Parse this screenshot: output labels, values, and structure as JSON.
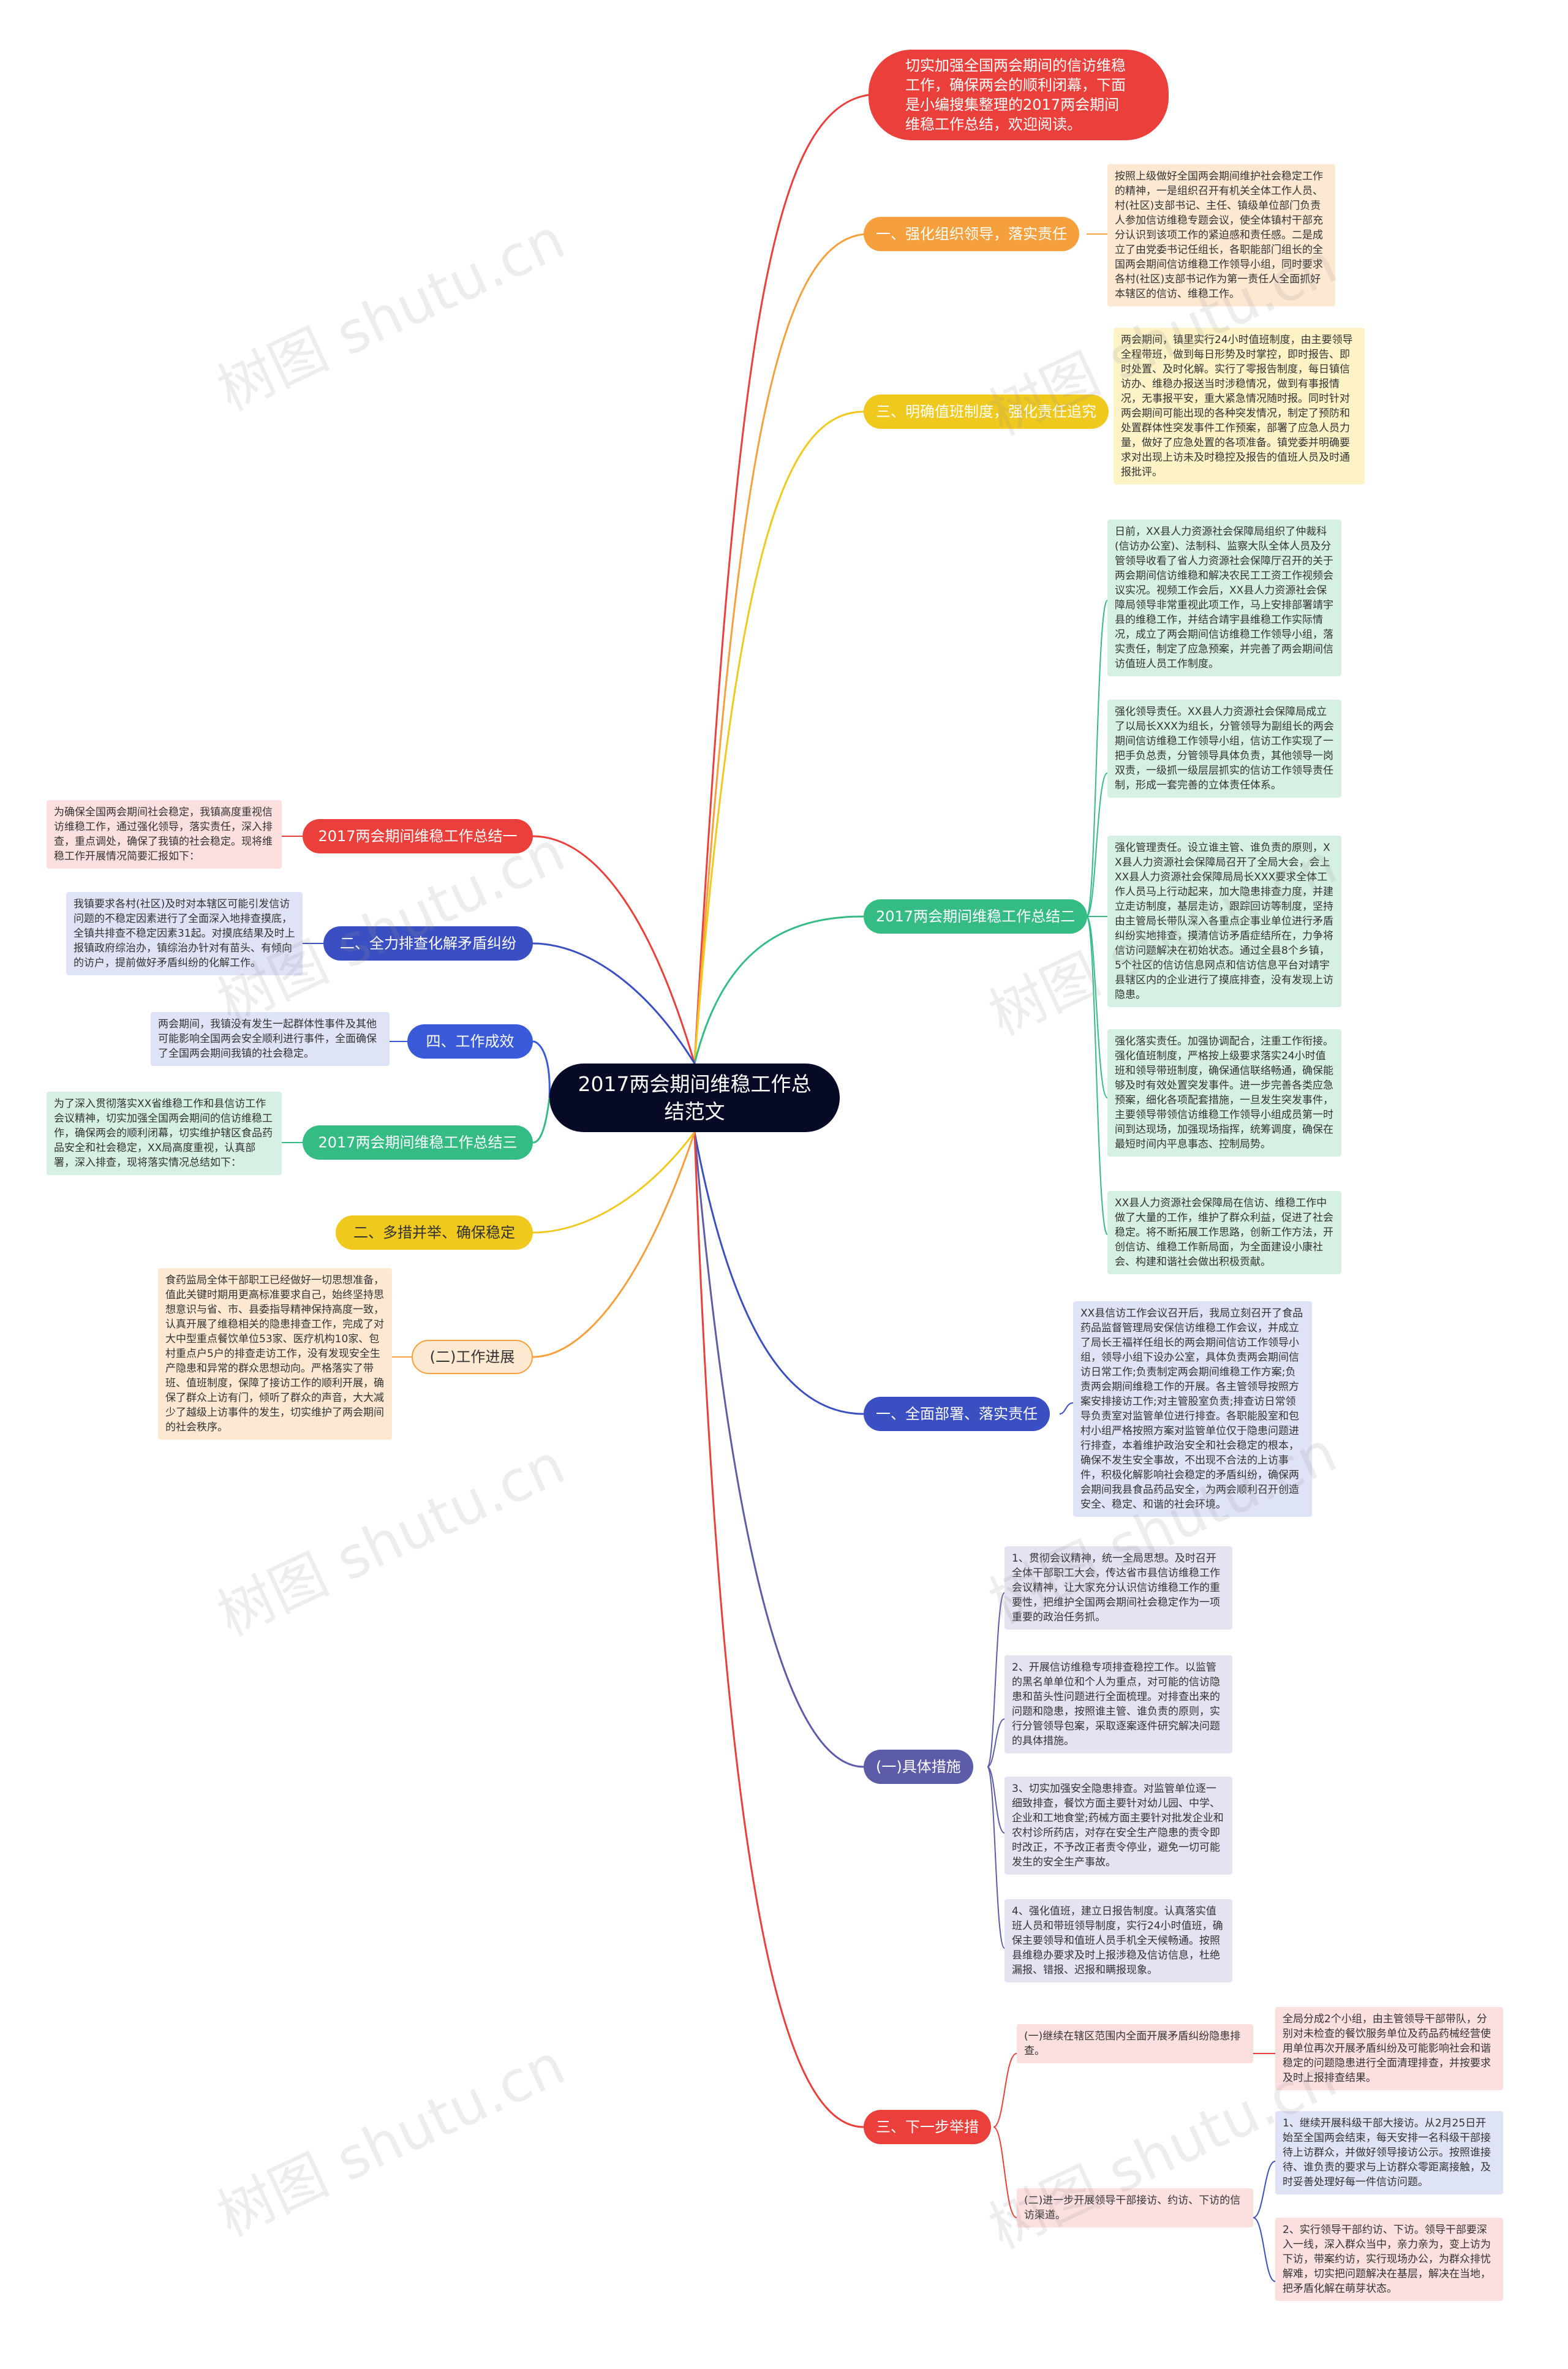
{
  "root": "2017两会期间维稳工作总结范文",
  "intro": "切实加强全国两会期间的信访维稳工作，确保两会的顺利闭幕，下面是小编搜集整理的2017两会期间维稳工作总结，欢迎阅读。",
  "right": {
    "b1": {
      "label": "一、强化组织领导，落实责任",
      "note": "按照上级做好全国两会期间维护社会稳定工作的精神，一是组织召开有机关全体工作人员、村(社区)支部书记、主任、镇级单位部门负责人参加信访维稳专题会议，使全体镇村干部充分认识到该项工作的紧迫感和责任感。二是成立了由党委书记任组长，各职能部门组长的全国两会期间信访维稳工作领导小组，同时要求各村(社区)支部书记作为第一责任人全面抓好本辖区的信访、维稳工作。"
    },
    "b2": {
      "label": "三、明确值班制度，强化责任追究",
      "note": "两会期间，镇里实行24小时值班制度，由主要领导全程带班，做到每日形势及时掌控，即时报告、即时处置、及时化解。实行了零报告制度，每日镇信访办、维稳办报送当时涉稳情况，做到有事报情况，无事报平安，重大紧急情况随时报。同时针对两会期间可能出现的各种突发情况，制定了预防和处置群体性突发事件工作预案，部署了应急人员力量，做好了应急处置的各项准备。镇党委并明确要求对出现上访未及时稳控及报告的值班人员及时通报批评。"
    },
    "b3": {
      "label": "2017两会期间维稳工作总结二",
      "notes": [
        "日前，XX县人力资源社会保障局组织了仲裁科(信访办公室)、法制科、监察大队全体人员及分管领导收看了省人力资源社会保障厅召开的关于两会期间信访维稳和解决农民工工资工作视频会议实况。视频工作会后，XX县人力资源社会保障局领导非常重视此项工作，马上安排部署靖宇县的维稳工作，并结合靖宇县维稳工作实际情况，成立了两会期间信访维稳工作领导小组，落实责任，制定了应急预案，并完善了两会期间信访值班人员工作制度。",
        "强化领导责任。XX县人力资源社会保障局成立了以局长XXX为组长，分管领导为副组长的两会期间信访维稳工作领导小组，信访工作实现了一把手负总责，分管领导具体负责，其他领导一岗双责，一级抓一级层层抓实的信访工作领导责任制，形成一套完善的立体责任体系。",
        "强化管理责任。设立谁主管、谁负责的原则，XX县人力资源社会保障局召开了全局大会，会上XX县人力资源社会保障局局长XXX要求全体工作人员马上行动起来，加大隐患排查力度，并建立走访制度，基层走访，跟踪回访等制度，坚持由主管局长带队深入各重点企事业单位进行矛盾纠纷实地排查，摸清信访矛盾症结所在，力争将信访问题解决在初始状态。通过全县8个乡镇，5个社区的信访信息网点和信访信息平台对靖宇县辖区内的企业进行了摸底排查，没有发现上访隐患。",
        "强化落实责任。加强协调配合，注重工作衔接。强化值班制度，严格按上级要求落实24小时值班和领导带班制度，确保通信联络畅通，确保能够及时有效处置突发事件。进一步完善各类应急预案，细化各项配套措施，一旦发生突发事件，主要领导带领信访维稳工作领导小组成员第一时间到达现场，加强现场指挥，统筹调度，确保在最短时间内平息事态、控制局势。",
        "XX县人力资源社会保障局在信访、维稳工作中做了大量的工作，维护了群众利益，促进了社会稳定。将不断拓展工作思路，创新工作方法，开创信访、维稳工作新局面，为全面建设小康社会、构建和谐社会做出积极贡献。"
      ]
    },
    "b4": {
      "label": "一、全面部署、落实责任",
      "note": "XX县信访工作会议召开后，我局立刻召开了食品药品监督管理局安保信访维稳工作会议，并成立了局长王福祥任组长的两会期间信访工作领导小组，领导小组下设办公室，具体负责两会期间信访日常工作;负责制定两会期间维稳工作方案;负责两会期间维稳工作的开展。各主管领导按照方案安排接访工作;对主管股室负责;排查访日常领导负责室对监管单位进行排查。各职能股室和包村小组严格按照方案对监管单位仅于隐患问题进行排查，本着维护政治安全和社会稳定的根本，确保不发生安全事故，不出现不合法的上访事件，积极化解影响社会稳定的矛盾纠纷，确保两会期间我县食品药品安全，为两会顺利召开创造安全、稳定、和谐的社会环境。"
    },
    "b5": {
      "label": "(一)具体措施",
      "notes": [
        "1、贯彻会议精神，统一全局思想。及时召开全体干部职工大会，传达省市县信访维稳工作会议精神，让大家充分认识信访维稳工作的重要性，把维护全国两会期间社会稳定作为一项重要的政治任务抓。",
        "2、开展信访维稳专项排查稳控工作。以监管的黑名单单位和个人为重点，对可能的信访隐患和苗头性问题进行全面梳理。对排查出来的问题和隐患，按照谁主管、谁负责的原则，实行分管领导包案，采取逐案逐件研究解决问题的具体措施。",
        "3、切实加强安全隐患排查。对监管单位逐一细致排查，餐饮方面主要针对幼儿园、中学、企业和工地食堂;药械方面主要针对批发企业和农村诊所药店，对存在安全生产隐患的责令即时改正，不予改正者责令停业，避免一切可能发生的安全生产事故。",
        "4、强化值班，建立日报告制度。认真落实值班人员和带班领导制度，实行24小时值班，确保主要领导和值班人员手机全天候畅通。按照县维稳办要求及时上报涉稳及信访信息，杜绝漏报、错报、迟报和瞒报现象。"
      ]
    },
    "b6": {
      "label": "三、下一步举措",
      "sub1": {
        "label": "(一)继续在辖区范围内全面开展矛盾纠纷隐患排查。",
        "note": "全局分成2个小组，由主管领导干部带队，分别对未检查的餐饮服务单位及药品药械经营使用单位再次开展矛盾纠纷及可能影响社会和谐稳定的问题隐患进行全面清理排查，并按要求及时上报排查结果。"
      },
      "sub2": {
        "label": "(二)进一步开展领导干部接访、约访、下访的信访渠道。",
        "notes": [
          "1、继续开展科级干部大接访。从2月25日开始至全国两会结束，每天安排一名科级干部接待上访群众，并做好领导接访公示。按照谁接待、谁负责的要求与上访群众零距离接触，及时妥善处理好每一件信访问题。",
          "2、实行领导干部约访、下访。领导干部要深入一线，深入群众当中，亲力亲为，变上访为下访，带案约访，实行现场办公，为群众排忧解难，切实把问题解决在基层，解决在当地，把矛盾化解在萌芽状态。"
        ]
      }
    }
  },
  "left": {
    "l1": {
      "label": "2017两会期间维稳工作总结一",
      "note": "为确保全国两会期间社会稳定，我镇高度重视信访维稳工作，通过强化领导，落实责任，深入排查，重点调处，确保了我镇的社会稳定。现将维稳工作开展情况简要汇报如下："
    },
    "l2": {
      "label": "二、全力排查化解矛盾纠纷",
      "note": "我镇要求各村(社区)及时对本辖区可能引发信访问题的不稳定因素进行了全面深入地排查摸底，全镇共排查不稳定因素31起。对摸底结果及时上报镇政府综治办，镇综治办针对有苗头、有倾向的访户，提前做好矛盾纠纷的化解工作。"
    },
    "l3": {
      "label": "四、工作成效",
      "note": "两会期间，我镇没有发生一起群体性事件及其他可能影响全国两会安全顺利进行事件，全面确保了全国两会期间我镇的社会稳定。"
    },
    "l4": {
      "label": "2017两会期间维稳工作总结三",
      "note": "为了深入贯彻落实XX省维稳工作和县信访工作会议精神，切实加强全国两会期间的信访维稳工作，确保两会的顺利闭幕，切实维护辖区食品药品安全和社会稳定，XX局高度重视，认真部署，深入排查，现将落实情况总结如下："
    },
    "l5": {
      "label": "二、多措并举、确保稳定"
    },
    "l6": {
      "label": "(二)工作进展",
      "note": "食药监局全体干部职工已经做好一切思想准备，值此关键时期用更高标准要求自己，始终坚持思想意识与省、市、县委指导精神保持高度一致，认真开展了维稳相关的隐患排查工作，完成了对大中型重点餐饮单位53家、医疗机构10家、包村重点户5户的排查走访工作，没有发现安全生产隐患和异常的群众思想动向。严格落实了带班、值班制度，保障了接访工作的顺利开展，确保了群众上访有门，倾听了群众的声音，大大减少了越级上访事件的发生，切实维护了两会期间的社会秩序。"
    }
  },
  "watermark": "树图 shutu.cn",
  "colors": {
    "red": "#ea3f3a",
    "orange": "#f5a03c",
    "yellow": "#f0c91e",
    "green": "#35bb84",
    "blue": "#3a4fc1",
    "navy": "#5c5ca8",
    "indigo": "#5f5bb0",
    "dark": "#070a24"
  }
}
